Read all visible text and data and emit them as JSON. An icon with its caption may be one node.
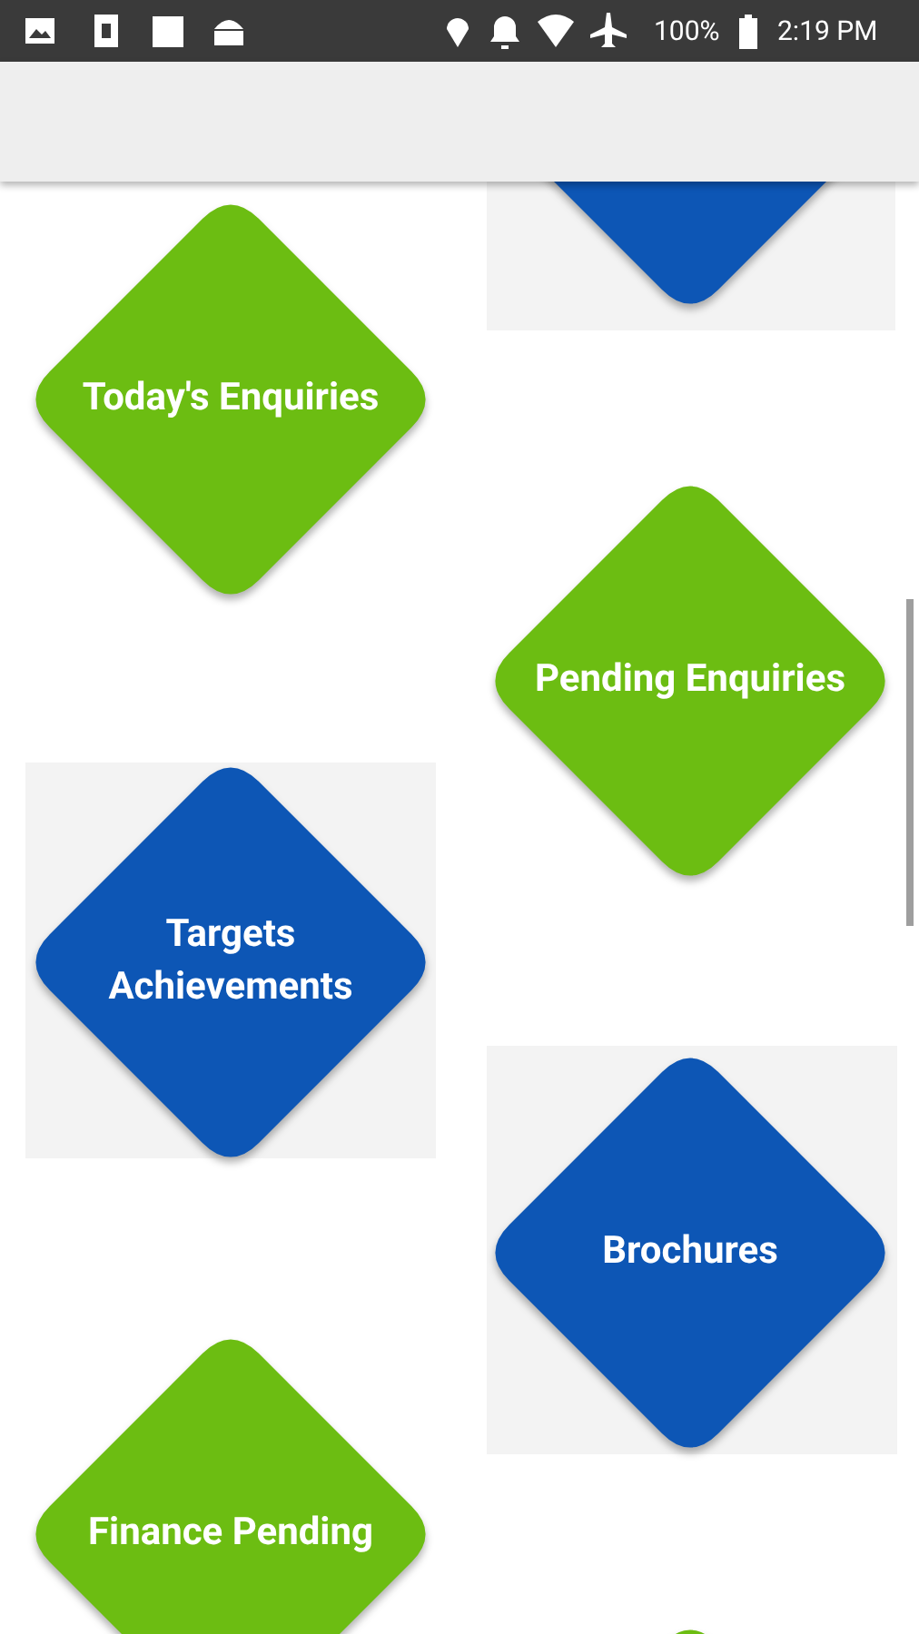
{
  "diagram": {
    "nodes": [
      {
        "text": [],
        "shape": "bar"
      },
      {
        "text": [],
        "shape": "diamond"
      },
      {
        "text": [
          "Today's Enquiries"
        ]
      },
      {
        "text": [
          "Pending Enquiries"
        ]
      },
      {
        "text": [
          "Targets Achievements"
        ]
      },
      {
        "text": [
          "Brochures"
        ]
      },
      {
        "text": [
          "Finance Pending"
        ]
      },
      {
        "text": [],
        "shape": "diamond"
      }
    ],
    "edges": [],
    "labels": [
      "100%",
      "2:19 PM"
    ]
  }
}
